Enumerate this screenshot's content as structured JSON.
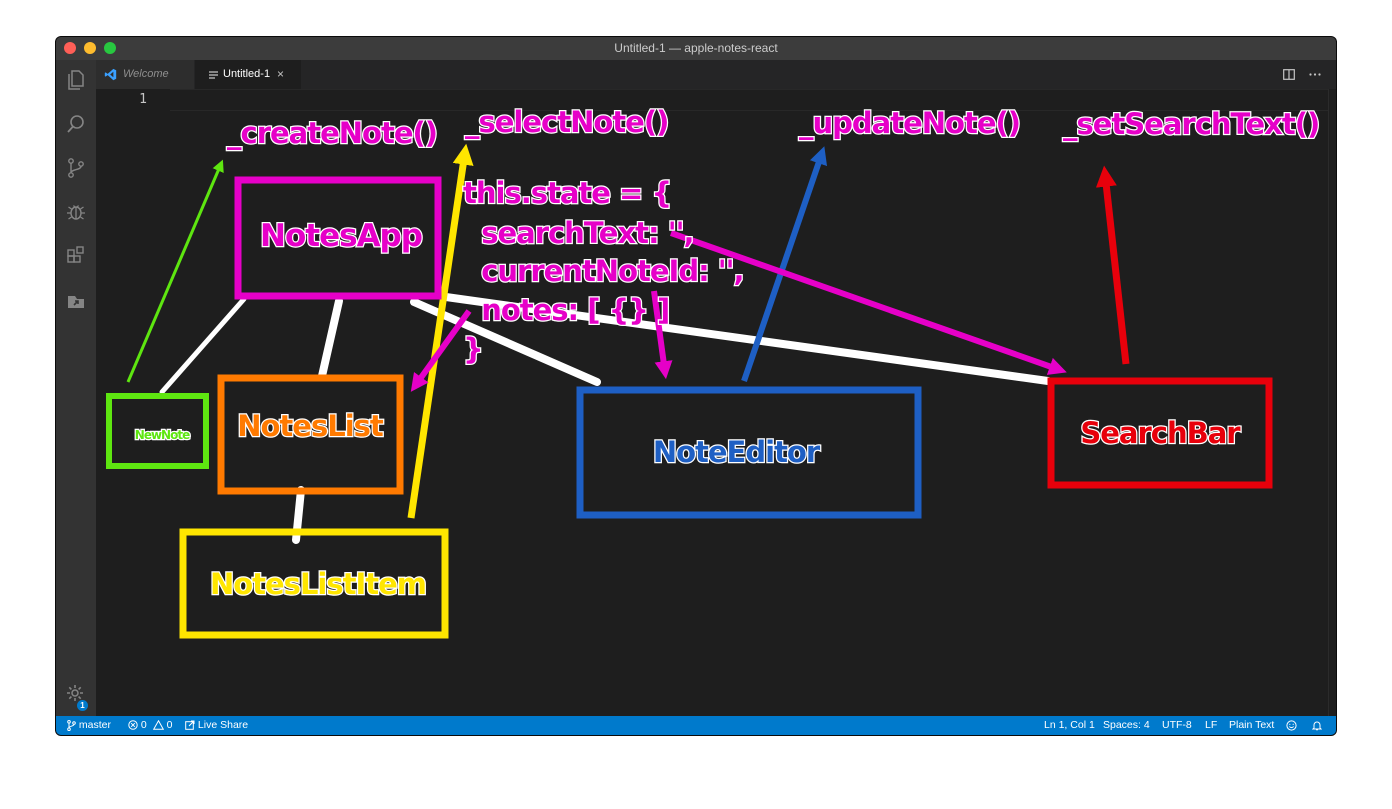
{
  "window": {
    "title": "Untitled-1 — apple-notes-react"
  },
  "tabs": [
    {
      "label": "Welcome",
      "icon": "vscode-logo-icon"
    },
    {
      "label": "Untitled-1",
      "icon": "text-file-icon",
      "close": "×"
    }
  ],
  "editor": {
    "line_numbers": [
      "1"
    ]
  },
  "activity_bar": [
    "files-icon",
    "search-icon",
    "source-control-icon",
    "debug-icon",
    "extensions-icon",
    "live-share-icon",
    "settings-gear-icon"
  ],
  "activity_badge": "1",
  "statusbar": {
    "branch": "master",
    "errors": "0",
    "warnings": "0",
    "live_share": "Live Share",
    "cursor": "Ln 1, Col 1",
    "spaces": "Spaces: 4",
    "encoding": "UTF-8",
    "eol": "LF",
    "language": "Plain Text"
  },
  "diagram": {
    "boxes": {
      "notes_app": "NotesApp",
      "new_note": "NewNote",
      "notes_list": "NotesList",
      "notes_list_item": "NotesListItem",
      "note_editor": "NoteEditor",
      "search_bar": "SearchBar"
    },
    "methods": {
      "create_note": "_createNote()",
      "select_note": "_selectNote()",
      "update_note": "_updateNote()",
      "set_search_text": "_setSearchText()"
    },
    "state_code": [
      "this.state = {",
      "  searchText: '',",
      "  currentNoteId: '',",
      "  notes: [ {} ]",
      "}"
    ]
  },
  "colors": {
    "magenta": "#e600c8",
    "green": "#5ee610",
    "orange": "#ff7a00",
    "yellow": "#ffe600",
    "blue": "#1e5fc4",
    "red": "#e8000b",
    "statusbar": "#007acc"
  }
}
